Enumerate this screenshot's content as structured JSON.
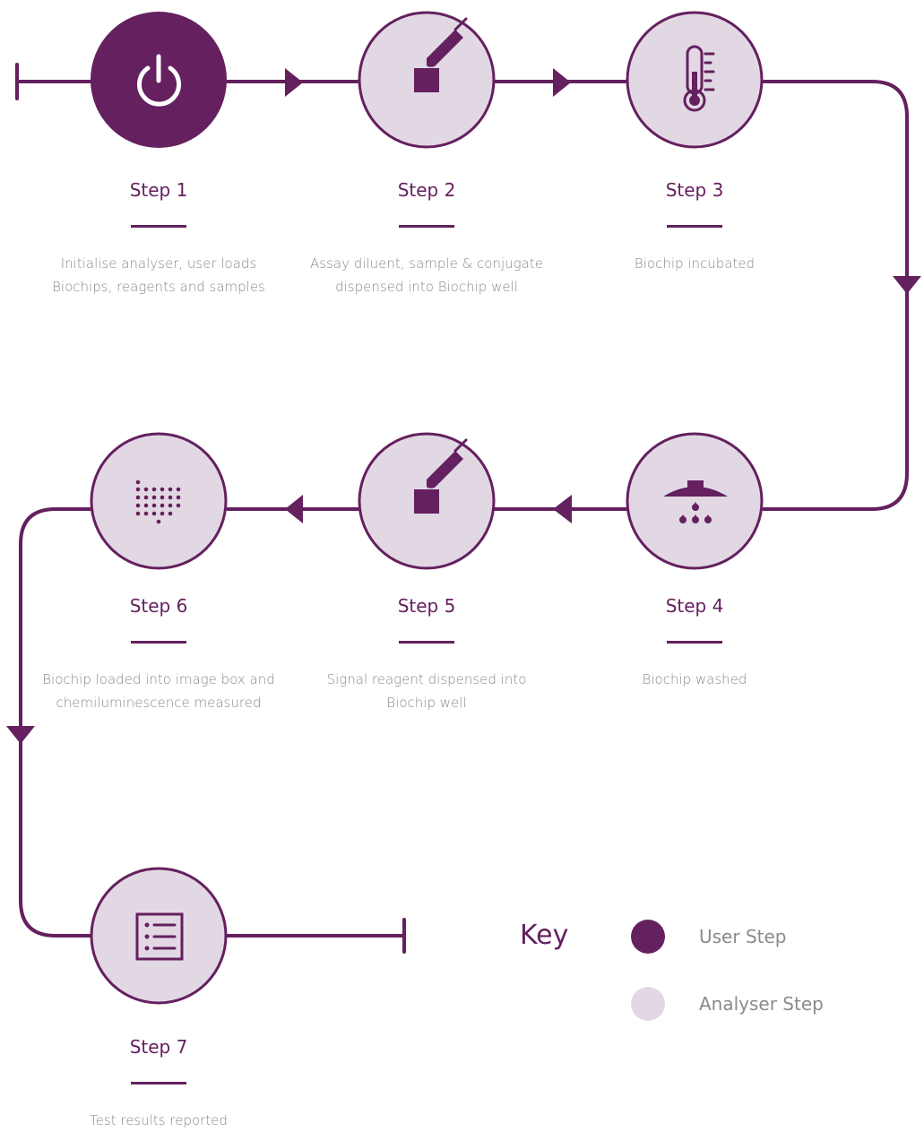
{
  "colors": {
    "user_step": "#64205f",
    "analyser_step": "#e2d8e4",
    "line": "#64205f",
    "description_text": "#8a8a8a"
  },
  "steps": [
    {
      "title": "Step 1",
      "type": "user",
      "icon": "power-icon",
      "description": [
        "Initialise analyser, user loads",
        "Biochips, reagents and samples"
      ]
    },
    {
      "title": "Step 2",
      "type": "analyser",
      "icon": "pipette-icon",
      "description": [
        "Assay diluent, sample & conjugate",
        "dispensed into Biochip well"
      ]
    },
    {
      "title": "Step 3",
      "type": "analyser",
      "icon": "thermometer-icon",
      "description": [
        "Biochip incubated"
      ]
    },
    {
      "title": "Step 4",
      "type": "analyser",
      "icon": "shower-icon",
      "description": [
        "Biochip washed"
      ]
    },
    {
      "title": "Step 5",
      "type": "analyser",
      "icon": "pipette-icon",
      "description": [
        "Signal reagent dispensed into",
        "Biochip well"
      ]
    },
    {
      "title": "Step 6",
      "type": "analyser",
      "icon": "dot-grid-icon",
      "description": [
        "Biochip loaded into image box and",
        "chemiluminescence measured"
      ]
    },
    {
      "title": "Step 7",
      "type": "analyser",
      "icon": "list-icon",
      "description": [
        "Test results reported"
      ]
    }
  ],
  "key": {
    "title": "Key",
    "user_step_label": "User Step",
    "analyser_step_label": "Analyser Step"
  }
}
